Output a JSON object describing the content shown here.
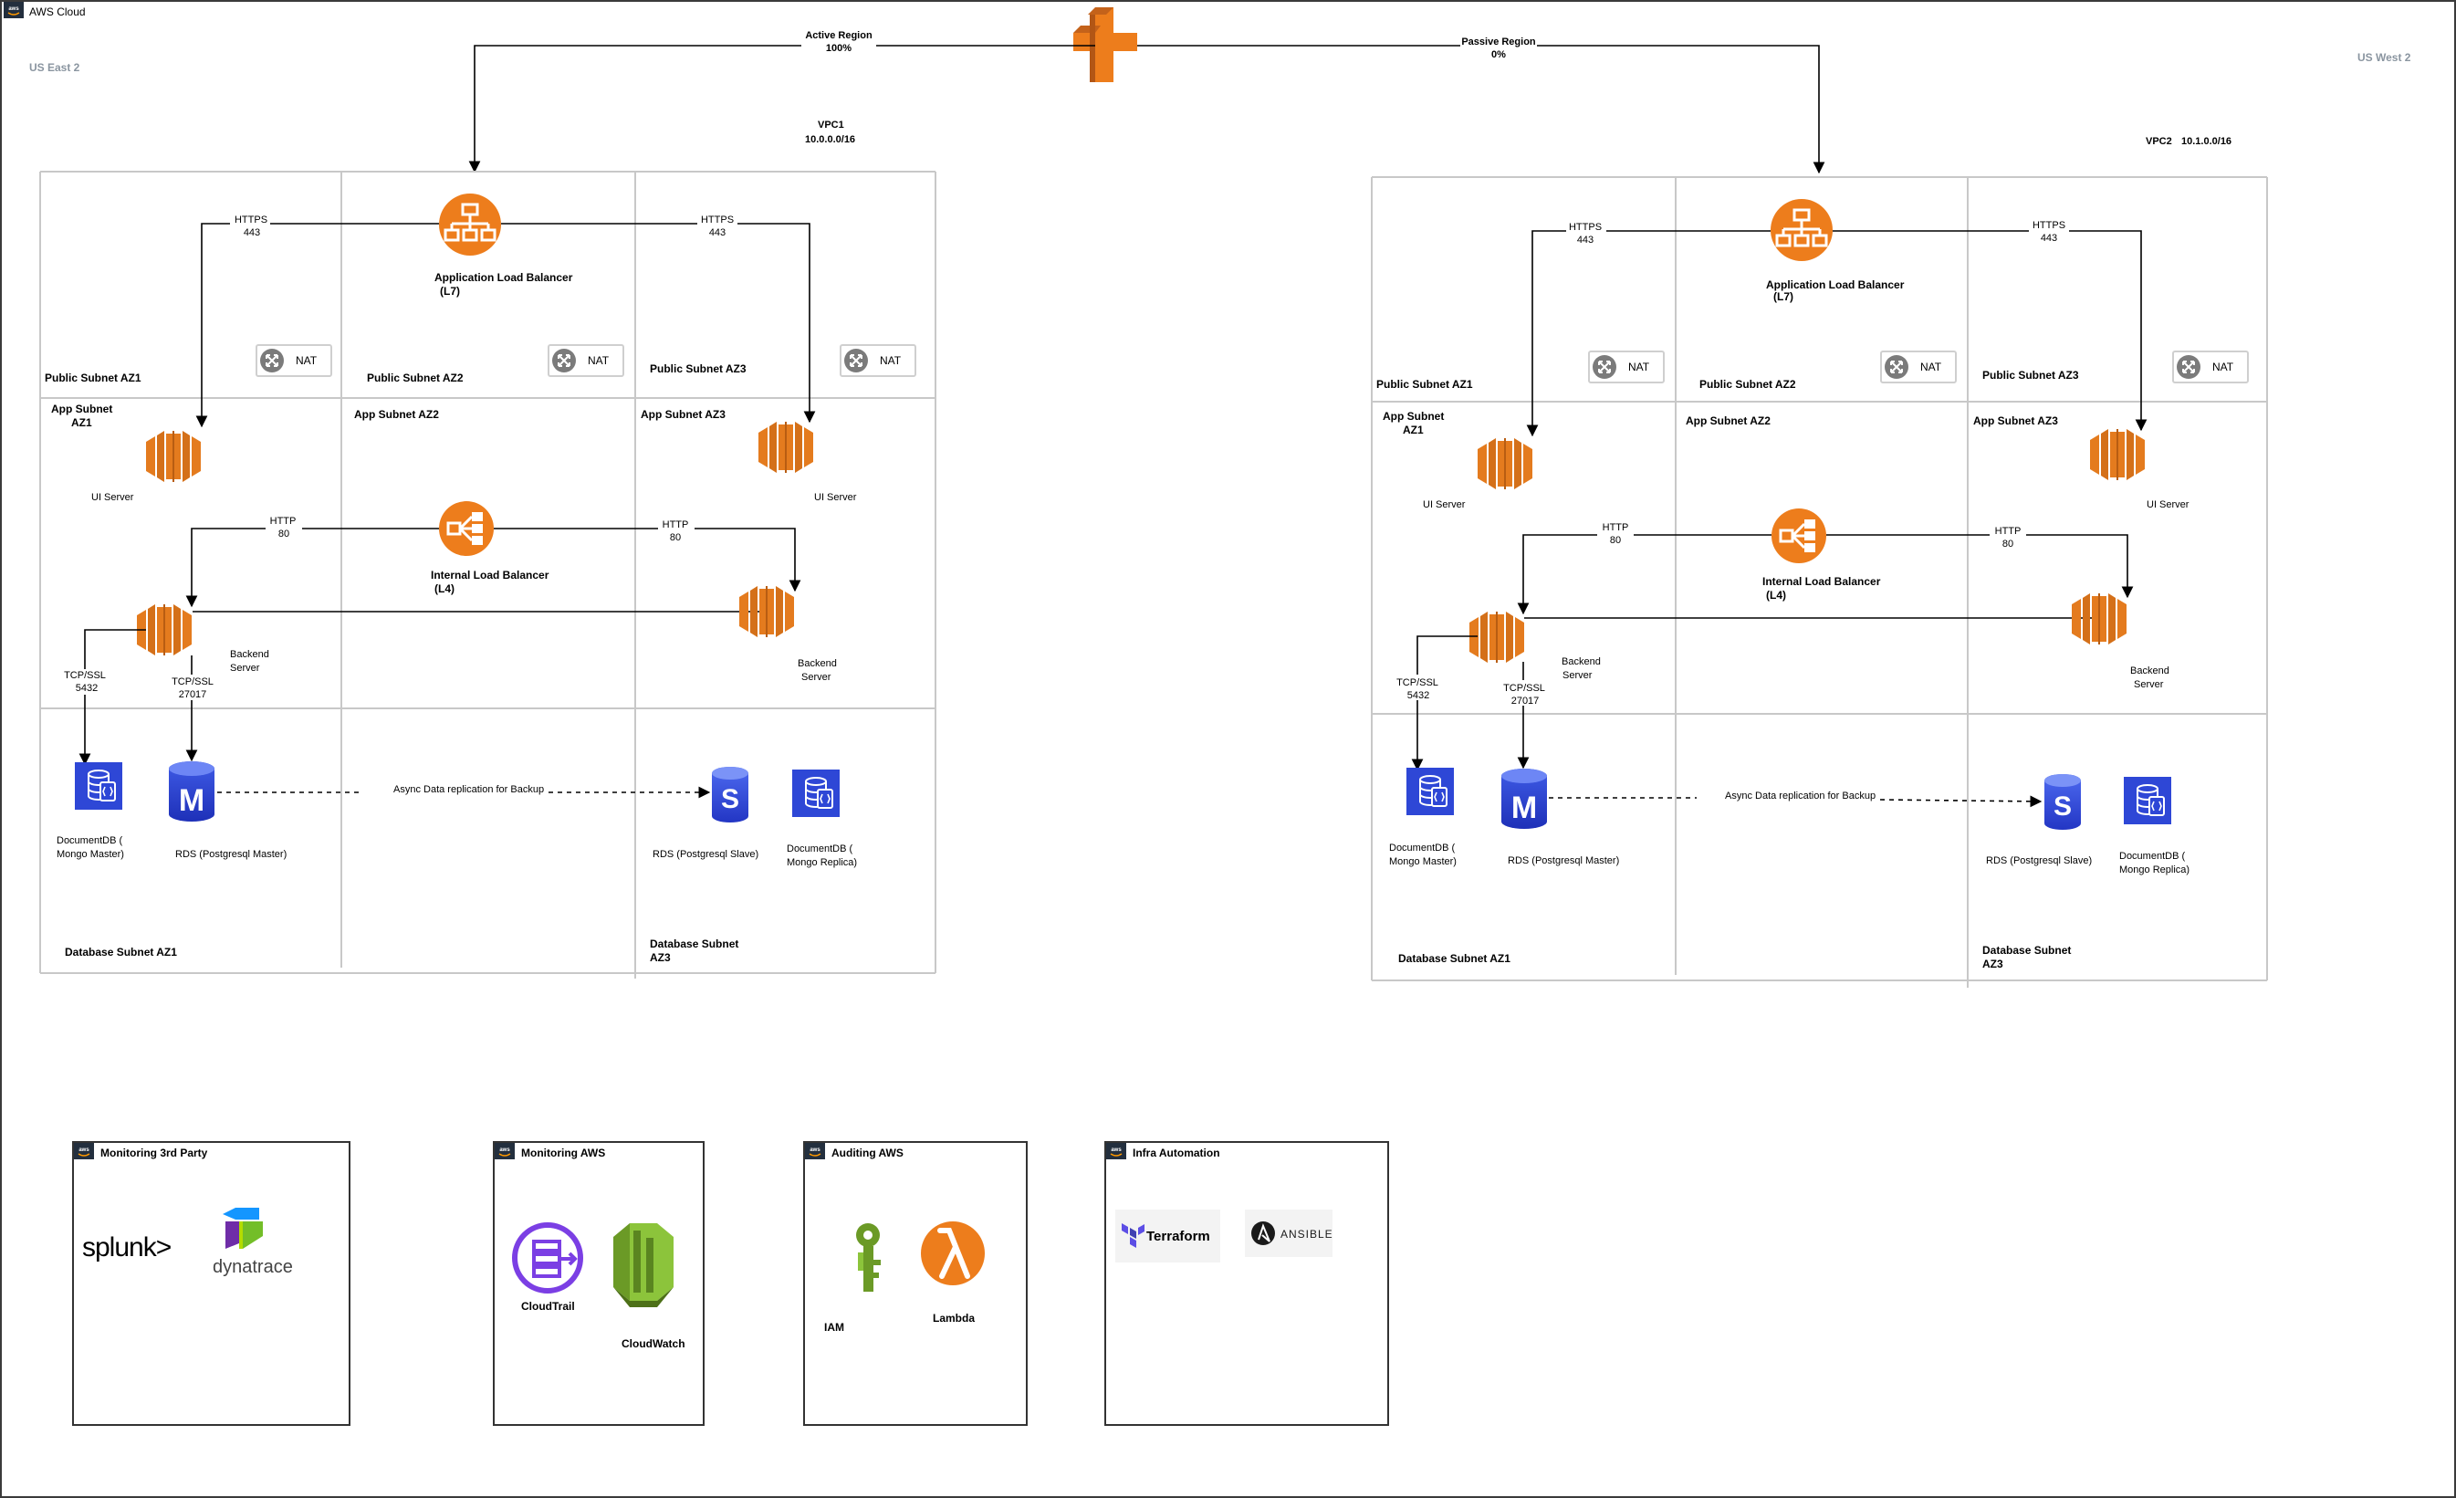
{
  "cloud": {
    "title": "AWS Cloud"
  },
  "regions": {
    "east": "US East 2",
    "west": "US West 2"
  },
  "routing": {
    "active": {
      "label": "Active Region",
      "percent": "100%"
    },
    "passive": {
      "label": "Passive Region",
      "percent": "0%"
    }
  },
  "vpcs": [
    {
      "name": "VPC1",
      "cidr": "10.0.0.0/16",
      "alb": {
        "label": "Application Load Balancer",
        "layer": "(L7)"
      },
      "ilb": {
        "label": "Internal Load Balancer",
        "layer": "(L4)"
      },
      "nat": "NAT",
      "public_subnets": [
        "Public Subnet AZ1",
        "Public Subnet AZ2",
        "Public Subnet AZ3"
      ],
      "app_subnets": {
        "az1_line1": "App Subnet",
        "az1_line2": "AZ1",
        "az2": "App Subnet AZ2",
        "az3": "App Subnet AZ3"
      },
      "db_subnets": {
        "az1": "Database Subnet AZ1",
        "az3_line1": "Database Subnet",
        "az3_line2": "AZ3"
      },
      "https": {
        "proto": "HTTPS",
        "port": "443"
      },
      "http": {
        "proto": "HTTP",
        "port": "80"
      },
      "ui_server": "UI Server",
      "backend": {
        "line1": "Backend",
        "line2": "Server"
      },
      "tcp_pg": {
        "proto": "TCP/SSL",
        "port": "5432"
      },
      "tcp_mongo": {
        "proto": "TCP/SSL",
        "port": "27017"
      },
      "docdb_master": {
        "line1": "DocumentDB (",
        "line2": "Mongo Master)"
      },
      "rds_master": "RDS (Postgresql Master)",
      "rds_slave": "RDS (Postgresql Slave)",
      "docdb_replica": {
        "line1": "DocumentDB (",
        "line2": "Mongo Replica)"
      },
      "replication": "Async Data replication for Backup"
    },
    {
      "name": "VPC2",
      "cidr": "10.1.0.0/16",
      "alb": {
        "label": "Application Load Balancer",
        "layer": "(L7)"
      },
      "ilb": {
        "label": "Internal Load Balancer",
        "layer": "(L4)"
      },
      "nat": "NAT",
      "public_subnets": [
        "Public Subnet AZ1",
        "Public Subnet AZ2",
        "Public Subnet AZ3"
      ],
      "app_subnets": {
        "az1_line1": "App Subnet",
        "az1_line2": "AZ1",
        "az2": "App Subnet AZ2",
        "az3": "App Subnet AZ3"
      },
      "db_subnets": {
        "az1": "Database Subnet AZ1",
        "az3_line1": "Database Subnet",
        "az3_line2": "AZ3"
      },
      "https": {
        "proto": "HTTPS",
        "port": "443"
      },
      "http": {
        "proto": "HTTP",
        "port": "80"
      },
      "ui_server": "UI Server",
      "backend": {
        "line1": "Backend",
        "line2": "Server"
      },
      "tcp_pg": {
        "proto": "TCP/SSL",
        "port": "5432"
      },
      "tcp_mongo": {
        "proto": "TCP/SSL",
        "port": "27017"
      },
      "docdb_master": {
        "line1": "DocumentDB (",
        "line2": "Mongo Master)"
      },
      "rds_master": "RDS (Postgresql Master)",
      "rds_slave": "RDS (Postgresql Slave)",
      "docdb_replica": {
        "line1": "DocumentDB (",
        "line2": "Mongo Replica)"
      },
      "replication": "Async Data replication for Backup"
    }
  ],
  "tool_groups": [
    {
      "title": "Monitoring 3rd Party",
      "items": [
        "splunk>",
        "dynatrace"
      ]
    },
    {
      "title": "Monitoring AWS",
      "items": [
        "CloudTrail",
        "CloudWatch"
      ]
    },
    {
      "title": "Auditing AWS",
      "items": [
        "IAM",
        "Lambda"
      ]
    },
    {
      "title": "Infra Automation",
      "items": [
        "Terraform",
        "ANSIBLE"
      ]
    }
  ],
  "icons": {
    "route53": "route53-icon",
    "alb": "application-load-balancer-icon",
    "ilb": "internal-load-balancer-icon",
    "ec2": "ec2-instance-icon",
    "nat": "nat-gateway-icon",
    "docdb": "documentdb-icon",
    "rds_master": "rds-master-icon",
    "rds_slave": "rds-slave-icon"
  },
  "colors": {
    "aws_orange": "#ed7d1c",
    "db_blue": "#2e47d6",
    "cloudtrail_purple": "#7b3fe4",
    "cloudwatch_green": "#6b9a26",
    "region_label_gray": "#8a95a0"
  }
}
